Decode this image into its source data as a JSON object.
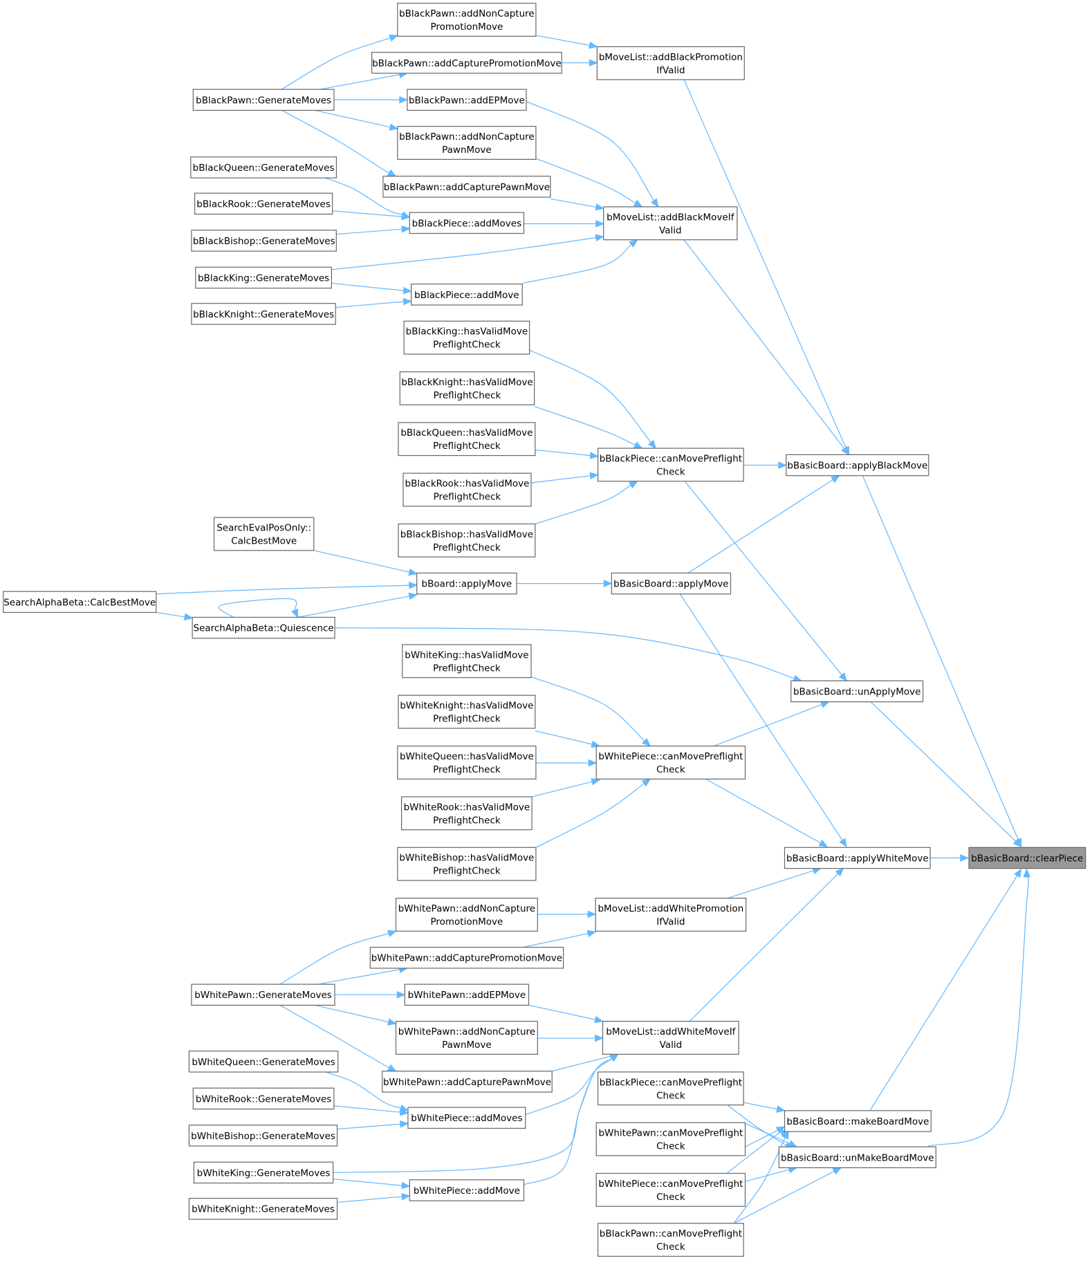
{
  "diagram": {
    "type": "call-graph",
    "colors": {
      "edge": "#63b8ff",
      "node_border": "#666666",
      "focus_fill": "#999999",
      "node_fill": "#ffffff"
    },
    "nodes": [
      {
        "id": "clearPiece",
        "lines": [
          "bBasicBoard::clearPiece"
        ]
      },
      {
        "id": "applyBlackMove",
        "lines": [
          "bBasicBoard::applyBlackMove"
        ]
      },
      {
        "id": "applyWhiteMove",
        "lines": [
          "bBasicBoard::applyWhiteMove"
        ]
      },
      {
        "id": "unApplyMove",
        "lines": [
          "bBasicBoard::unApplyMove"
        ]
      },
      {
        "id": "makeBoardMove",
        "lines": [
          "bBasicBoard::makeBoardMove"
        ]
      },
      {
        "id": "unMakeBoardMove",
        "lines": [
          "bBasicBoard::unMakeBoardMove"
        ]
      },
      {
        "id": "addBlackPromotionIfValid",
        "lines": [
          "bMoveList::addBlackPromotion",
          "IfValid"
        ]
      },
      {
        "id": "addBlackMoveIfValid",
        "lines": [
          "bMoveList::addBlackMoveIf",
          "Valid"
        ]
      },
      {
        "id": "bBlackPieceCanMove",
        "lines": [
          "bBlackPiece::canMovePreflight",
          "Check"
        ]
      },
      {
        "id": "bBasicApplyMove",
        "lines": [
          "bBasicBoard::applyMove"
        ]
      },
      {
        "id": "bWhitePieceCanMove",
        "lines": [
          "bWhitePiece::canMovePreflight",
          "Check"
        ]
      },
      {
        "id": "addWhitePromotionIfValid",
        "lines": [
          "bMoveList::addWhitePromotion",
          "IfValid"
        ]
      },
      {
        "id": "addWhiteMoveIfValid",
        "lines": [
          "bMoveList::addWhiteMoveIf",
          "Valid"
        ]
      },
      {
        "id": "bBlackPieceCanMove2",
        "lines": [
          "bBlackPiece::canMovePreflight",
          "Check"
        ]
      },
      {
        "id": "bWhitePawnCanMove",
        "lines": [
          "bWhitePawn::canMovePreflight",
          "Check"
        ]
      },
      {
        "id": "bWhitePieceCanMove2",
        "lines": [
          "bWhitePiece::canMovePreflight",
          "Check"
        ]
      },
      {
        "id": "bBlackPawnCanMove",
        "lines": [
          "bBlackPawn::canMovePreflight",
          "Check"
        ]
      },
      {
        "id": "bpAddNonCapturePromotion",
        "lines": [
          "bBlackPawn::addNonCapture",
          "PromotionMove"
        ]
      },
      {
        "id": "bpAddCapturePromotion",
        "lines": [
          "bBlackPawn::addCapturePromotionMove"
        ]
      },
      {
        "id": "bpAddEPMove",
        "lines": [
          "bBlackPawn::addEPMove"
        ]
      },
      {
        "id": "bpAddNonCapturePawn",
        "lines": [
          "bBlackPawn::addNonCapture",
          "PawnMove"
        ]
      },
      {
        "id": "bpAddCapturePawn",
        "lines": [
          "bBlackPawn::addCapturePawnMove"
        ]
      },
      {
        "id": "bPieceAddMoves",
        "lines": [
          "bBlackPiece::addMoves"
        ]
      },
      {
        "id": "bPieceAddMove",
        "lines": [
          "bBlackPiece::addMove"
        ]
      },
      {
        "id": "bKingHasValid",
        "lines": [
          "bBlackKing::hasValidMove",
          "PreflightCheck"
        ]
      },
      {
        "id": "bKnightHasValid",
        "lines": [
          "bBlackKnight::hasValidMove",
          "PreflightCheck"
        ]
      },
      {
        "id": "bQueenHasValid",
        "lines": [
          "bBlackQueen::hasValidMove",
          "PreflightCheck"
        ]
      },
      {
        "id": "bRookHasValid",
        "lines": [
          "bBlackRook::hasValidMove",
          "PreflightCheck"
        ]
      },
      {
        "id": "bBishopHasValid",
        "lines": [
          "bBlackBishop::hasValidMove",
          "PreflightCheck"
        ]
      },
      {
        "id": "bBoardApplyMove",
        "lines": [
          "bBoard::applyMove"
        ]
      },
      {
        "id": "wKingHasValid",
        "lines": [
          "bWhiteKing::hasValidMove",
          "PreflightCheck"
        ]
      },
      {
        "id": "wKnightHasValid",
        "lines": [
          "bWhiteKnight::hasValidMove",
          "PreflightCheck"
        ]
      },
      {
        "id": "wQueenHasValid",
        "lines": [
          "bWhiteQueen::hasValidMove",
          "PreflightCheck"
        ]
      },
      {
        "id": "wRookHasValid",
        "lines": [
          "bWhiteRook::hasValidMove",
          "PreflightCheck"
        ]
      },
      {
        "id": "wBishopHasValid",
        "lines": [
          "bWhiteBishop::hasValidMove",
          "PreflightCheck"
        ]
      },
      {
        "id": "wpAddNonCapturePromotion",
        "lines": [
          "bWhitePawn::addNonCapture",
          "PromotionMove"
        ]
      },
      {
        "id": "wpAddCapturePromotion",
        "lines": [
          "bWhitePawn::addCapturePromotionMove"
        ]
      },
      {
        "id": "wpAddEPMove",
        "lines": [
          "bWhitePawn::addEPMove"
        ]
      },
      {
        "id": "wpAddNonCapturePawn",
        "lines": [
          "bWhitePawn::addNonCapture",
          "PawnMove"
        ]
      },
      {
        "id": "wpAddCapturePawn",
        "lines": [
          "bWhitePawn::addCapturePawnMove"
        ]
      },
      {
        "id": "wPieceAddMoves",
        "lines": [
          "bWhitePiece::addMoves"
        ]
      },
      {
        "id": "wPieceAddMove",
        "lines": [
          "bWhitePiece::addMove"
        ]
      },
      {
        "id": "bPawnGen",
        "lines": [
          "bBlackPawn::GenerateMoves"
        ]
      },
      {
        "id": "bQueenGen",
        "lines": [
          "bBlackQueen::GenerateMoves"
        ]
      },
      {
        "id": "bRookGen",
        "lines": [
          "bBlackRook::GenerateMoves"
        ]
      },
      {
        "id": "bBishopGen",
        "lines": [
          "bBlackBishop::GenerateMoves"
        ]
      },
      {
        "id": "bKingGen",
        "lines": [
          "bBlackKing::GenerateMoves"
        ]
      },
      {
        "id": "bKnightGen",
        "lines": [
          "bBlackKnight::GenerateMoves"
        ]
      },
      {
        "id": "evalCalcBest",
        "lines": [
          "SearchEvalPosOnly::",
          "CalcBestMove"
        ]
      },
      {
        "id": "quiescence",
        "lines": [
          "SearchAlphaBeta::Quiescence"
        ]
      },
      {
        "id": "abCalcBest",
        "lines": [
          "SearchAlphaBeta::CalcBestMove"
        ]
      },
      {
        "id": "wPawnGen",
        "lines": [
          "bWhitePawn::GenerateMoves"
        ]
      },
      {
        "id": "wQueenGen",
        "lines": [
          "bWhiteQueen::GenerateMoves"
        ]
      },
      {
        "id": "wRookGen",
        "lines": [
          "bWhiteRook::GenerateMoves"
        ]
      },
      {
        "id": "wBishopGen",
        "lines": [
          "bWhiteBishop::GenerateMoves"
        ]
      },
      {
        "id": "wKingGen",
        "lines": [
          "bWhiteKing::GenerateMoves"
        ]
      },
      {
        "id": "wKnightGen",
        "lines": [
          "bWhiteKnight::GenerateMoves"
        ]
      }
    ],
    "edges": [
      [
        "applyBlackMove",
        "clearPiece"
      ],
      [
        "applyWhiteMove",
        "clearPiece"
      ],
      [
        "unApplyMove",
        "clearPiece"
      ],
      [
        "makeBoardMove",
        "clearPiece"
      ],
      [
        "unMakeBoardMove",
        "clearPiece"
      ],
      [
        "addBlackPromotionIfValid",
        "applyBlackMove"
      ],
      [
        "addBlackMoveIfValid",
        "applyBlackMove"
      ],
      [
        "bBlackPieceCanMove",
        "applyBlackMove"
      ],
      [
        "bBasicApplyMove",
        "applyBlackMove"
      ],
      [
        "bBlackPieceCanMove",
        "unApplyMove"
      ],
      [
        "quiescence",
        "unApplyMove"
      ],
      [
        "bWhitePieceCanMove",
        "unApplyMove"
      ],
      [
        "bBasicApplyMove",
        "applyWhiteMove"
      ],
      [
        "bWhitePieceCanMove",
        "applyWhiteMove"
      ],
      [
        "addWhitePromotionIfValid",
        "applyWhiteMove"
      ],
      [
        "addWhiteMoveIfValid",
        "applyWhiteMove"
      ],
      [
        "bBlackPieceCanMove2",
        "makeBoardMove"
      ],
      [
        "bWhitePawnCanMove",
        "makeBoardMove"
      ],
      [
        "bWhitePieceCanMove2",
        "makeBoardMove"
      ],
      [
        "bBlackPawnCanMove",
        "makeBoardMove"
      ],
      [
        "bBlackPieceCanMove2",
        "unMakeBoardMove"
      ],
      [
        "bWhitePawnCanMove",
        "unMakeBoardMove"
      ],
      [
        "bWhitePieceCanMove2",
        "unMakeBoardMove"
      ],
      [
        "bBlackPawnCanMove",
        "unMakeBoardMove"
      ],
      [
        "bpAddNonCapturePromotion",
        "addBlackPromotionIfValid"
      ],
      [
        "bpAddCapturePromotion",
        "addBlackPromotionIfValid"
      ],
      [
        "bpAddEPMove",
        "addBlackMoveIfValid"
      ],
      [
        "bpAddNonCapturePawn",
        "addBlackMoveIfValid"
      ],
      [
        "bpAddCapturePawn",
        "addBlackMoveIfValid"
      ],
      [
        "bPieceAddMoves",
        "addBlackMoveIfValid"
      ],
      [
        "bKingGen",
        "addBlackMoveIfValid"
      ],
      [
        "bPieceAddMove",
        "addBlackMoveIfValid"
      ],
      [
        "bKingHasValid",
        "bBlackPieceCanMove"
      ],
      [
        "bKnightHasValid",
        "bBlackPieceCanMove"
      ],
      [
        "bQueenHasValid",
        "bBlackPieceCanMove"
      ],
      [
        "bRookHasValid",
        "bBlackPieceCanMove"
      ],
      [
        "bBishopHasValid",
        "bBlackPieceCanMove"
      ],
      [
        "bBoardApplyMove",
        "bBasicApplyMove"
      ],
      [
        "wKingHasValid",
        "bWhitePieceCanMove"
      ],
      [
        "wKnightHasValid",
        "bWhitePieceCanMove"
      ],
      [
        "wQueenHasValid",
        "bWhitePieceCanMove"
      ],
      [
        "wRookHasValid",
        "bWhitePieceCanMove"
      ],
      [
        "wBishopHasValid",
        "bWhitePieceCanMove"
      ],
      [
        "wpAddNonCapturePromotion",
        "addWhitePromotionIfValid"
      ],
      [
        "wpAddCapturePromotion",
        "addWhitePromotionIfValid"
      ],
      [
        "wpAddEPMove",
        "addWhiteMoveIfValid"
      ],
      [
        "wpAddNonCapturePawn",
        "addWhiteMoveIfValid"
      ],
      [
        "wpAddCapturePawn",
        "addWhiteMoveIfValid"
      ],
      [
        "wPieceAddMoves",
        "addWhiteMoveIfValid"
      ],
      [
        "wKingGen",
        "addWhiteMoveIfValid"
      ],
      [
        "wPieceAddMove",
        "addWhiteMoveIfValid"
      ],
      [
        "bPawnGen",
        "bpAddNonCapturePromotion"
      ],
      [
        "bPawnGen",
        "bpAddCapturePromotion"
      ],
      [
        "bPawnGen",
        "bpAddEPMove"
      ],
      [
        "bPawnGen",
        "bpAddNonCapturePawn"
      ],
      [
        "bPawnGen",
        "bpAddCapturePawn"
      ],
      [
        "bQueenGen",
        "bPieceAddMoves"
      ],
      [
        "bRookGen",
        "bPieceAddMoves"
      ],
      [
        "bBishopGen",
        "bPieceAddMoves"
      ],
      [
        "bKingGen",
        "bPieceAddMove"
      ],
      [
        "bKnightGen",
        "bPieceAddMove"
      ],
      [
        "evalCalcBest",
        "bBoardApplyMove"
      ],
      [
        "abCalcBest",
        "bBoardApplyMove"
      ],
      [
        "quiescence",
        "bBoardApplyMove"
      ],
      [
        "abCalcBest",
        "quiescence"
      ],
      [
        "quiescence",
        "quiescence"
      ],
      [
        "wPawnGen",
        "wpAddNonCapturePromotion"
      ],
      [
        "wPawnGen",
        "wpAddCapturePromotion"
      ],
      [
        "wPawnGen",
        "wpAddEPMove"
      ],
      [
        "wPawnGen",
        "wpAddNonCapturePawn"
      ],
      [
        "wPawnGen",
        "wpAddCapturePawn"
      ],
      [
        "wQueenGen",
        "wPieceAddMoves"
      ],
      [
        "wRookGen",
        "wPieceAddMoves"
      ],
      [
        "wBishopGen",
        "wPieceAddMoves"
      ],
      [
        "wKingGen",
        "wPieceAddMove"
      ],
      [
        "wKnightGen",
        "wPieceAddMove"
      ]
    ]
  }
}
